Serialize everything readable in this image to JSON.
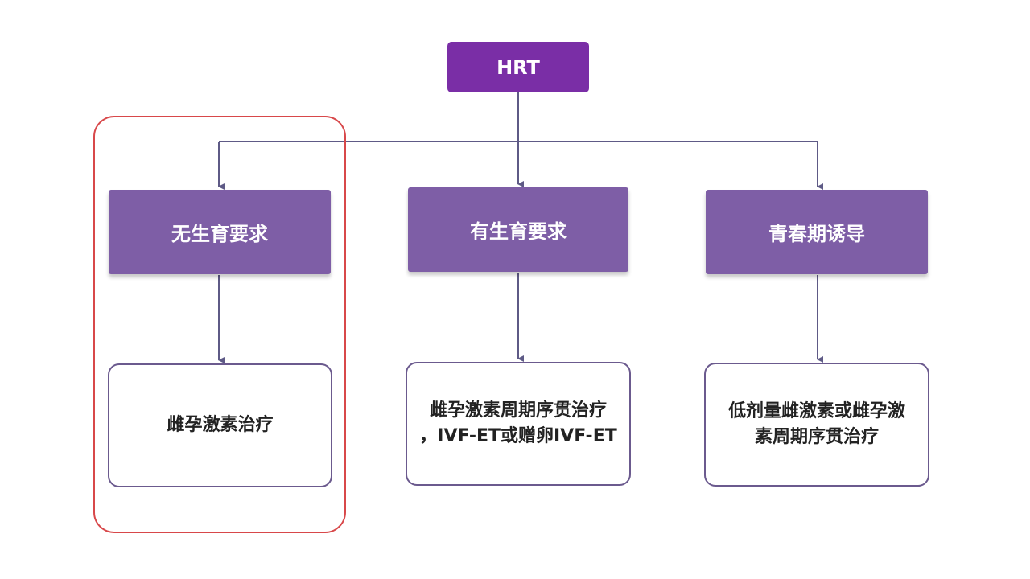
{
  "root": {
    "label": "HRT"
  },
  "categories": [
    {
      "label": "无生育要求",
      "treatment": "雌孕激素治疗"
    },
    {
      "label": "有生育要求",
      "treatment": "雌孕激素周期序贯治疗\n，IVF-ET或赠卵IVF-ET"
    },
    {
      "label": "青春期诱导",
      "treatment": "低剂量雌激素或雌孕激\n素周期序贯治疗"
    }
  ],
  "colors": {
    "root_fill": "#7a2ea6",
    "category_fill": "#7e5ea6",
    "connector": "#5e5a86",
    "highlight_border": "#d8484a"
  },
  "highlighted_branch": "无生育要求"
}
